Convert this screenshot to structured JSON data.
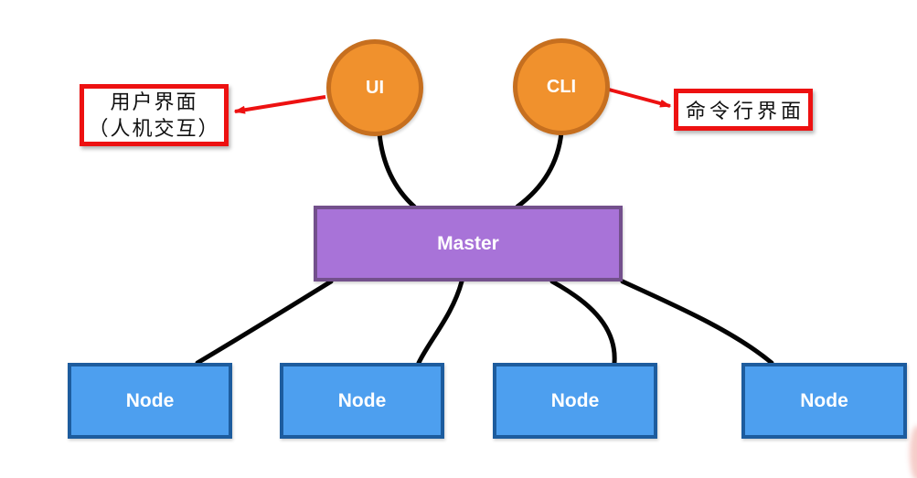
{
  "diagram": {
    "ui_node": {
      "label": "UI"
    },
    "cli_node": {
      "label": "CLI"
    },
    "master_node": {
      "label": "Master"
    },
    "worker_nodes": [
      {
        "label": "Node"
      },
      {
        "label": "Node"
      },
      {
        "label": "Node"
      },
      {
        "label": "Node"
      }
    ],
    "left_callout": {
      "line1": "用户界面",
      "line2": "（人机交互）"
    },
    "right_callout": {
      "label": "命令行界面"
    }
  },
  "colors": {
    "circle-fill": "#f0912d",
    "circle-border": "#c66f1f",
    "master-fill": "#a873d8",
    "master-border": "#73508c",
    "node-fill": "#4d9fef",
    "node-border": "#1d5c9e",
    "callout-red": "#ed1111",
    "connector-black": "#040404",
    "canvas-bg": "#ffffff"
  }
}
